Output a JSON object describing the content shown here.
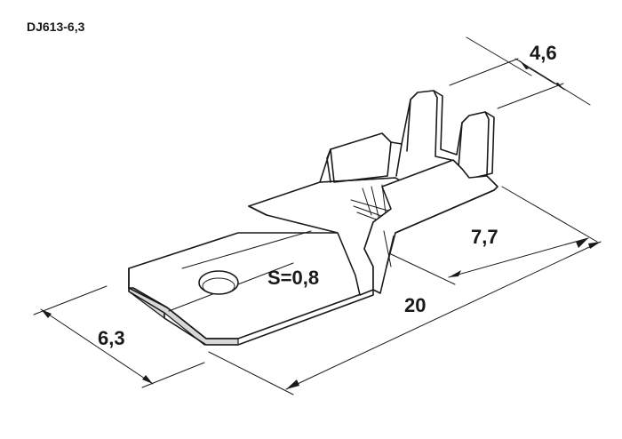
{
  "part_code": "DJ613-6,3",
  "dimensions": {
    "crimp_width": "4,6",
    "crimp_length": "7,7",
    "total_length": "20",
    "tab_width": "6,3",
    "thickness": "S=0,8"
  }
}
